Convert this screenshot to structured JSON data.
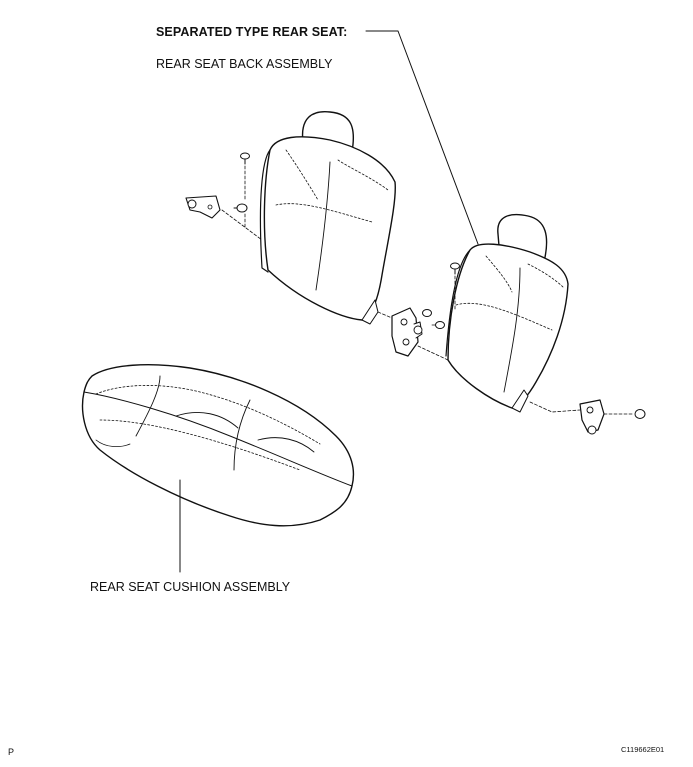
{
  "diagram": {
    "title": "SEPARATED TYPE REAR SEAT:",
    "labels": {
      "seat_back": "REAR SEAT BACK ASSEMBLY",
      "seat_cushion": "REAR SEAT CUSHION ASSEMBLY"
    },
    "footer": {
      "left": "P",
      "figure_code": "C119662E01"
    }
  }
}
